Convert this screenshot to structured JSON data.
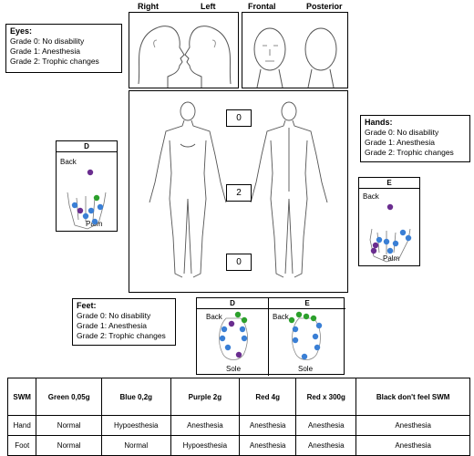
{
  "head_views": {
    "right": "Right",
    "left": "Left",
    "frontal": "Frontal",
    "posterior": "Posterior"
  },
  "eyes": {
    "title": "Eyes:",
    "grades": [
      "Grade 0: No disability",
      "Grade 1: Anesthesia",
      "Grade 2: Trophic changes"
    ]
  },
  "hands": {
    "title": "Hands:",
    "grades": [
      "Grade 0: No disability",
      "Grade 1: Anesthesia",
      "Grade 2: Trophic changes"
    ]
  },
  "feet": {
    "title": "Feet:",
    "grades": [
      "Grade 0: No disability",
      "Grade 1: Anesthesia",
      "Grade 2: Trophic changes"
    ]
  },
  "body_scores": {
    "eyes": "0",
    "hands": "2",
    "feet": "0"
  },
  "hand_d": {
    "side": "D",
    "back": "Back",
    "palm": "Palm"
  },
  "hand_e": {
    "side": "E",
    "back": "Back",
    "palm": "Palm"
  },
  "foot_d": {
    "side": "D",
    "back": "Back",
    "sole": "Sole"
  },
  "foot_e": {
    "side": "E",
    "back": "Back",
    "sole": "Sole"
  },
  "colors": {
    "green": "#2ca02c",
    "blue": "#3a7fd5",
    "purple": "#6a2d8f"
  },
  "swm_table": {
    "headers": [
      "SWM",
      "Green 0,05g",
      "Blue 0,2g",
      "Purple 2g",
      "Red 4g",
      "Red x 300g",
      "Black don't feel SWM"
    ],
    "rows": [
      [
        "Hand",
        "Normal",
        "Hypoesthesia",
        "Anesthesia",
        "Anesthesia",
        "Anesthesia",
        "Anesthesia"
      ],
      [
        "Foot",
        "Normal",
        "Normal",
        "Hypoesthesia",
        "Anesthesia",
        "Anesthesia",
        "Anesthesia"
      ]
    ]
  }
}
